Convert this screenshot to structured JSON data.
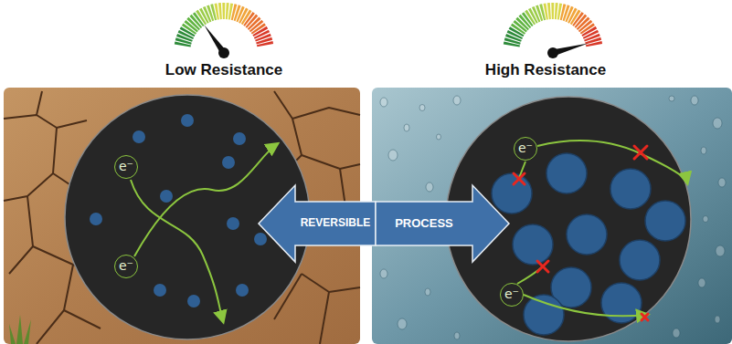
{
  "diagram": {
    "nodes": [
      {
        "text": [
          "Low Resistance"
        ]
      },
      {
        "text": [
          "e⁻"
        ],
        "in": 0
      },
      {
        "text": [
          "e⁻"
        ],
        "in": 0
      },
      {
        "text": [
          "REVERSIBLE"
        ]
      },
      {
        "text": [
          "PROCESS"
        ]
      },
      {
        "text": [
          "High Resistance"
        ]
      },
      {
        "text": [
          "e⁻"
        ],
        "in": 5
      },
      {
        "text": [
          "e⁻"
        ],
        "in": 5
      }
    ]
  }
}
